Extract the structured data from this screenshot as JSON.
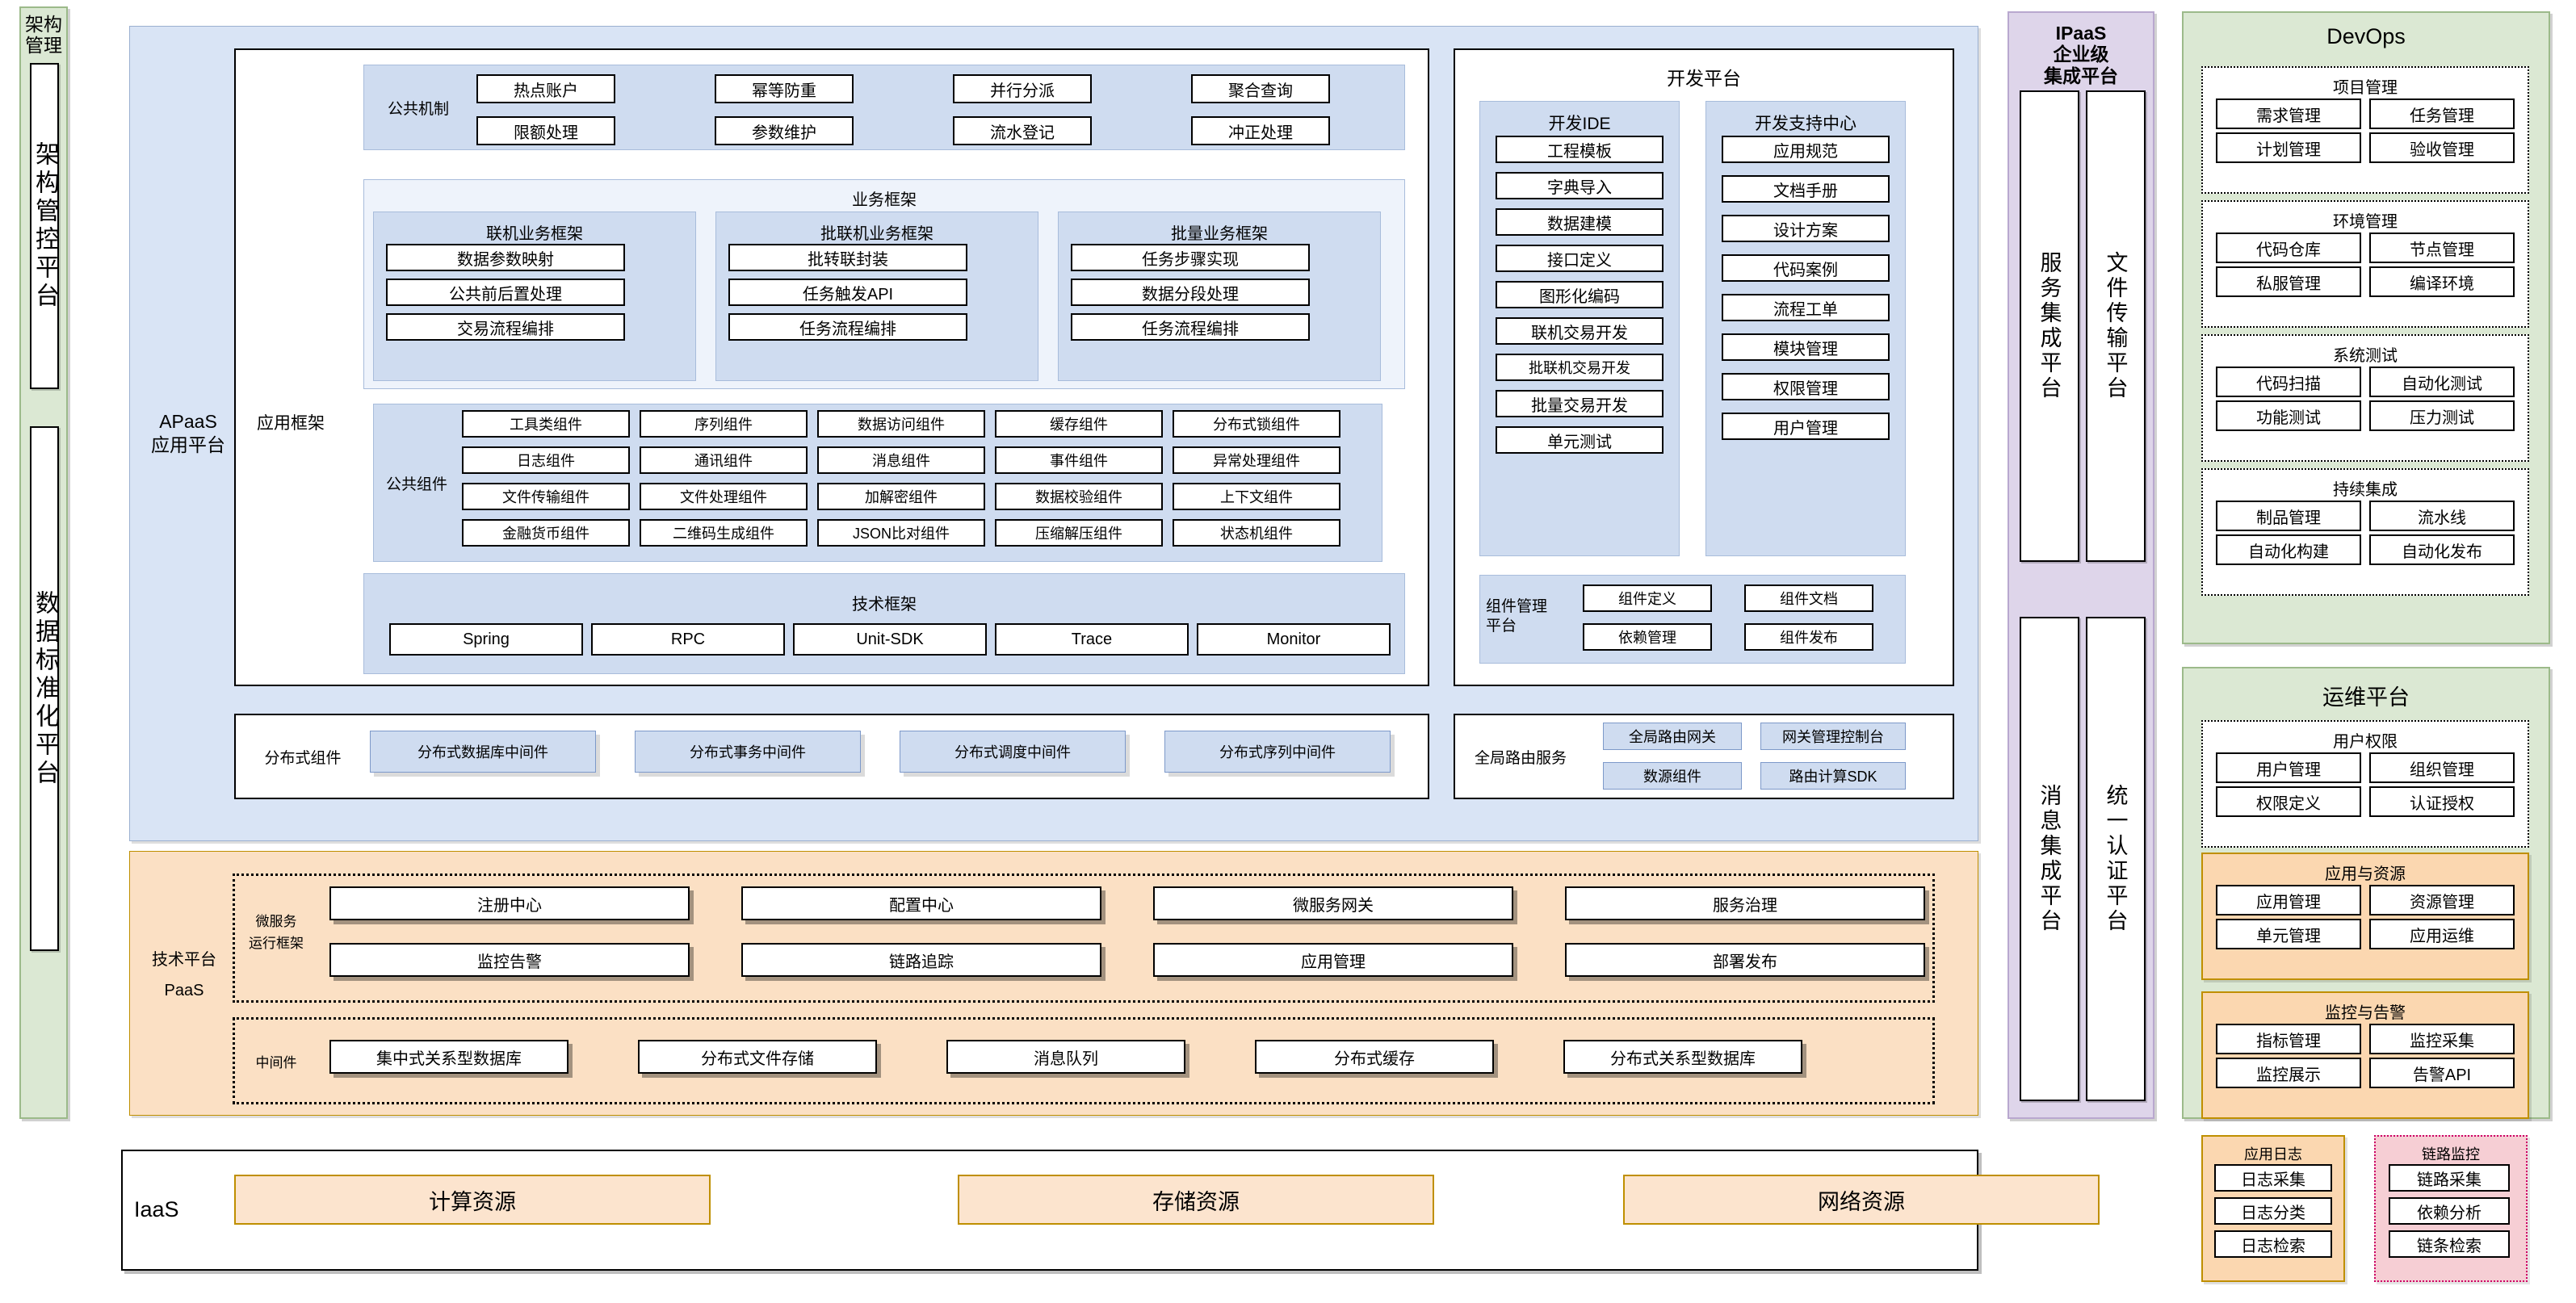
{
  "left_column": {
    "title": "架构\n管理",
    "title_lines": [
      "架构",
      "管理"
    ],
    "items": [
      "架构管控平台",
      "数据标准化平台"
    ]
  },
  "apaas": {
    "label_lines": [
      "APaaS",
      "应用平台"
    ],
    "app_framework_label": "应用框架",
    "common_mechanism": {
      "label": "公共机制",
      "rows": [
        [
          "热点账户",
          "幂等防重",
          "并行分派",
          "聚合查询"
        ],
        [
          "限额处理",
          "参数维护",
          "流水登记",
          "冲正处理"
        ]
      ]
    },
    "business_framework": {
      "title": "业务框架",
      "groups": [
        {
          "title": "联机业务框架",
          "items": [
            "数据参数映射",
            "公共前后置处理",
            "交易流程编排"
          ]
        },
        {
          "title": "批联机业务框架",
          "items": [
            "批转联封装",
            "任务触发API",
            "任务流程编排"
          ]
        },
        {
          "title": "批量业务框架",
          "items": [
            "任务步骤实现",
            "数据分段处理",
            "任务流程编排"
          ]
        }
      ]
    },
    "common_components": {
      "label": "公共组件",
      "rows": [
        [
          "工具类组件",
          "序列组件",
          "数据访问组件",
          "缓存组件",
          "分布式锁组件"
        ],
        [
          "日志组件",
          "通讯组件",
          "消息组件",
          "事件组件",
          "异常处理组件"
        ],
        [
          "文件传输组件",
          "文件处理组件",
          "加解密组件",
          "数据校验组件",
          "上下文组件"
        ],
        [
          "金融货币组件",
          "二维码生成组件",
          "JSON比对组件",
          "压缩解压组件",
          "状态机组件"
        ]
      ]
    },
    "tech_framework": {
      "title": "技术框架",
      "items": [
        "Spring",
        "RPC",
        "Unit-SDK",
        "Trace",
        "Monitor"
      ]
    },
    "distributed_components": {
      "label": "分布式组件",
      "items": [
        "分布式数据库中间件",
        "分布式事务中间件",
        "分布式调度中间件",
        "分布式序列中间件"
      ]
    }
  },
  "dev_platform": {
    "title": "开发平台",
    "ide": {
      "title": "开发IDE",
      "items": [
        "工程模板",
        "字典导入",
        "数据建模",
        "接口定义",
        "图形化编码",
        "联机交易开发",
        "批联机交易开发",
        "批量交易开发",
        "单元测试"
      ]
    },
    "support_center": {
      "title": "开发支持中心",
      "items": [
        "应用规范",
        "文档手册",
        "设计方案",
        "代码案例",
        "流程工单",
        "模块管理",
        "权限管理",
        "用户管理"
      ]
    },
    "component_platform": {
      "label_lines": [
        "组件管理",
        "平台"
      ],
      "items": [
        "组件定义",
        "组件文档",
        "依赖管理",
        "组件发布"
      ]
    }
  },
  "global_routing": {
    "label": "全局路由服务",
    "items": [
      "全局路由网关",
      "网关管理控制台",
      "数源组件",
      "路由计算SDK"
    ]
  },
  "paas": {
    "label_lines": [
      "技术平台",
      "PaaS"
    ],
    "micro_runtime": {
      "label_lines": [
        "微服务",
        "运行框架"
      ],
      "rows": [
        [
          "注册中心",
          "配置中心",
          "微服务网关",
          "服务治理"
        ],
        [
          "监控告警",
          "链路追踪",
          "应用管理",
          "部署发布"
        ]
      ]
    },
    "middleware": {
      "label": "中间件",
      "items": [
        "集中式关系型数据库",
        "分布式文件存储",
        "消息队列",
        "分布式缓存",
        "分布式关系型数据库"
      ]
    }
  },
  "iaas": {
    "label": "IaaS",
    "items": [
      "计算资源",
      "存储资源",
      "网络资源"
    ]
  },
  "ipaas": {
    "title_lines": [
      "IPaaS",
      "企业级",
      "集成平台"
    ],
    "items": [
      "服务集成平台",
      "文件传输平台",
      "消息集成平台",
      "统一认证平台"
    ]
  },
  "devops": {
    "title": "DevOps",
    "groups": [
      {
        "title": "项目管理",
        "items": [
          "需求管理",
          "任务管理",
          "计划管理",
          "验收管理"
        ]
      },
      {
        "title": "环境管理",
        "items": [
          "代码仓库",
          "节点管理",
          "私服管理",
          "编译环境"
        ]
      },
      {
        "title": "系统测试",
        "items": [
          "代码扫描",
          "自动化测试",
          "功能测试",
          "压力测试"
        ]
      },
      {
        "title": "持续集成",
        "items": [
          "制品管理",
          "流水线",
          "自动化构建",
          "自动化发布"
        ]
      }
    ]
  },
  "ops_platform": {
    "title": "运维平台",
    "user_perm": {
      "title": "用户权限",
      "items": [
        "用户管理",
        "组织管理",
        "权限定义",
        "认证授权"
      ]
    },
    "app_resource": {
      "title": "应用与资源",
      "items": [
        "应用管理",
        "资源管理",
        "单元管理",
        "应用运维"
      ]
    },
    "monitor_alert": {
      "title": "监控与告警",
      "items": [
        "指标管理",
        "监控采集",
        "监控展示",
        "告警API"
      ]
    },
    "app_log": {
      "title": "应用日志",
      "items": [
        "日志采集",
        "日志分类",
        "日志检索"
      ]
    },
    "link_monitor": {
      "title": "链路监控",
      "items": [
        "链路采集",
        "依赖分析",
        "链条检索"
      ]
    }
  },
  "colors": {
    "green_panel": "#dbe8d3",
    "blue_panel": "#d9e4f5",
    "orange_panel": "#fbe0c4",
    "purple_panel": "#ded5ea",
    "pink_panel": "#f6ced4",
    "cell_blue": "#cfdcf0"
  }
}
